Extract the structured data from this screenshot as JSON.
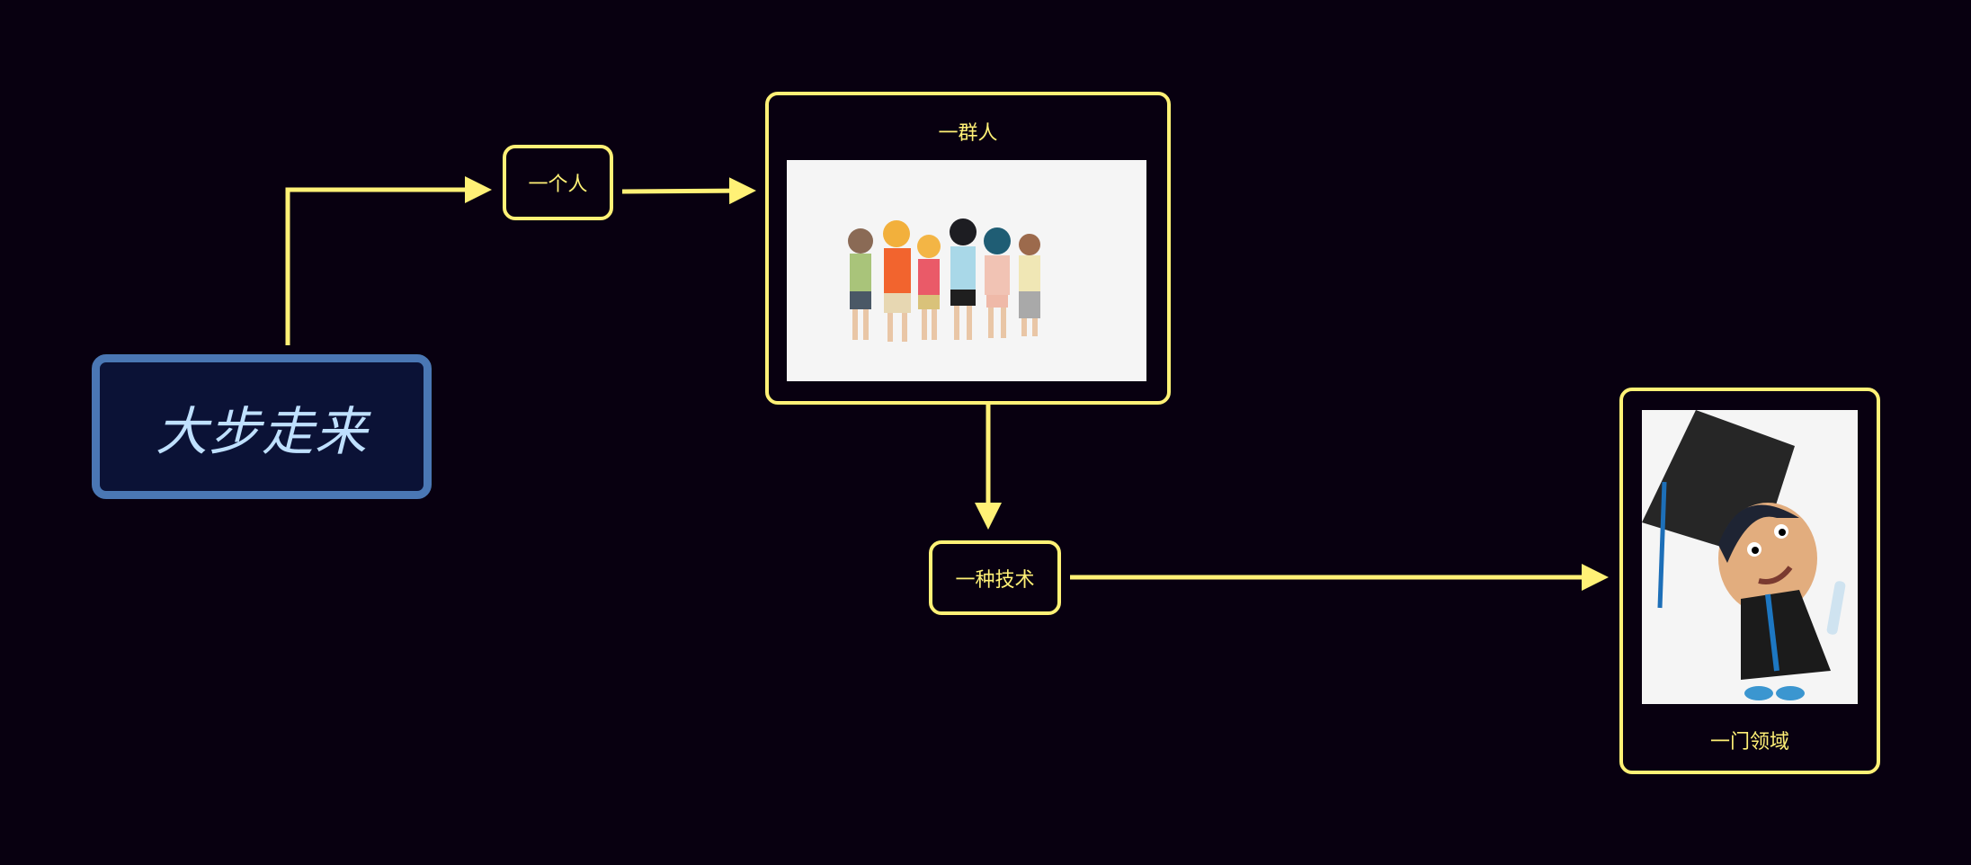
{
  "start": {
    "label": "大步走来"
  },
  "nodes": {
    "one_person": {
      "label": "一个人"
    },
    "group": {
      "label": "一群人",
      "image": "group-of-people-illustration"
    },
    "technique": {
      "label": "一种技术"
    },
    "field": {
      "label": "一门领域",
      "image": "graduate-boy-illustration"
    }
  },
  "colors": {
    "background": "#080010",
    "accent": "#fff176",
    "start_border": "#4a77b4",
    "start_fill": "#0b1236",
    "start_text": "#bfe0ff"
  }
}
